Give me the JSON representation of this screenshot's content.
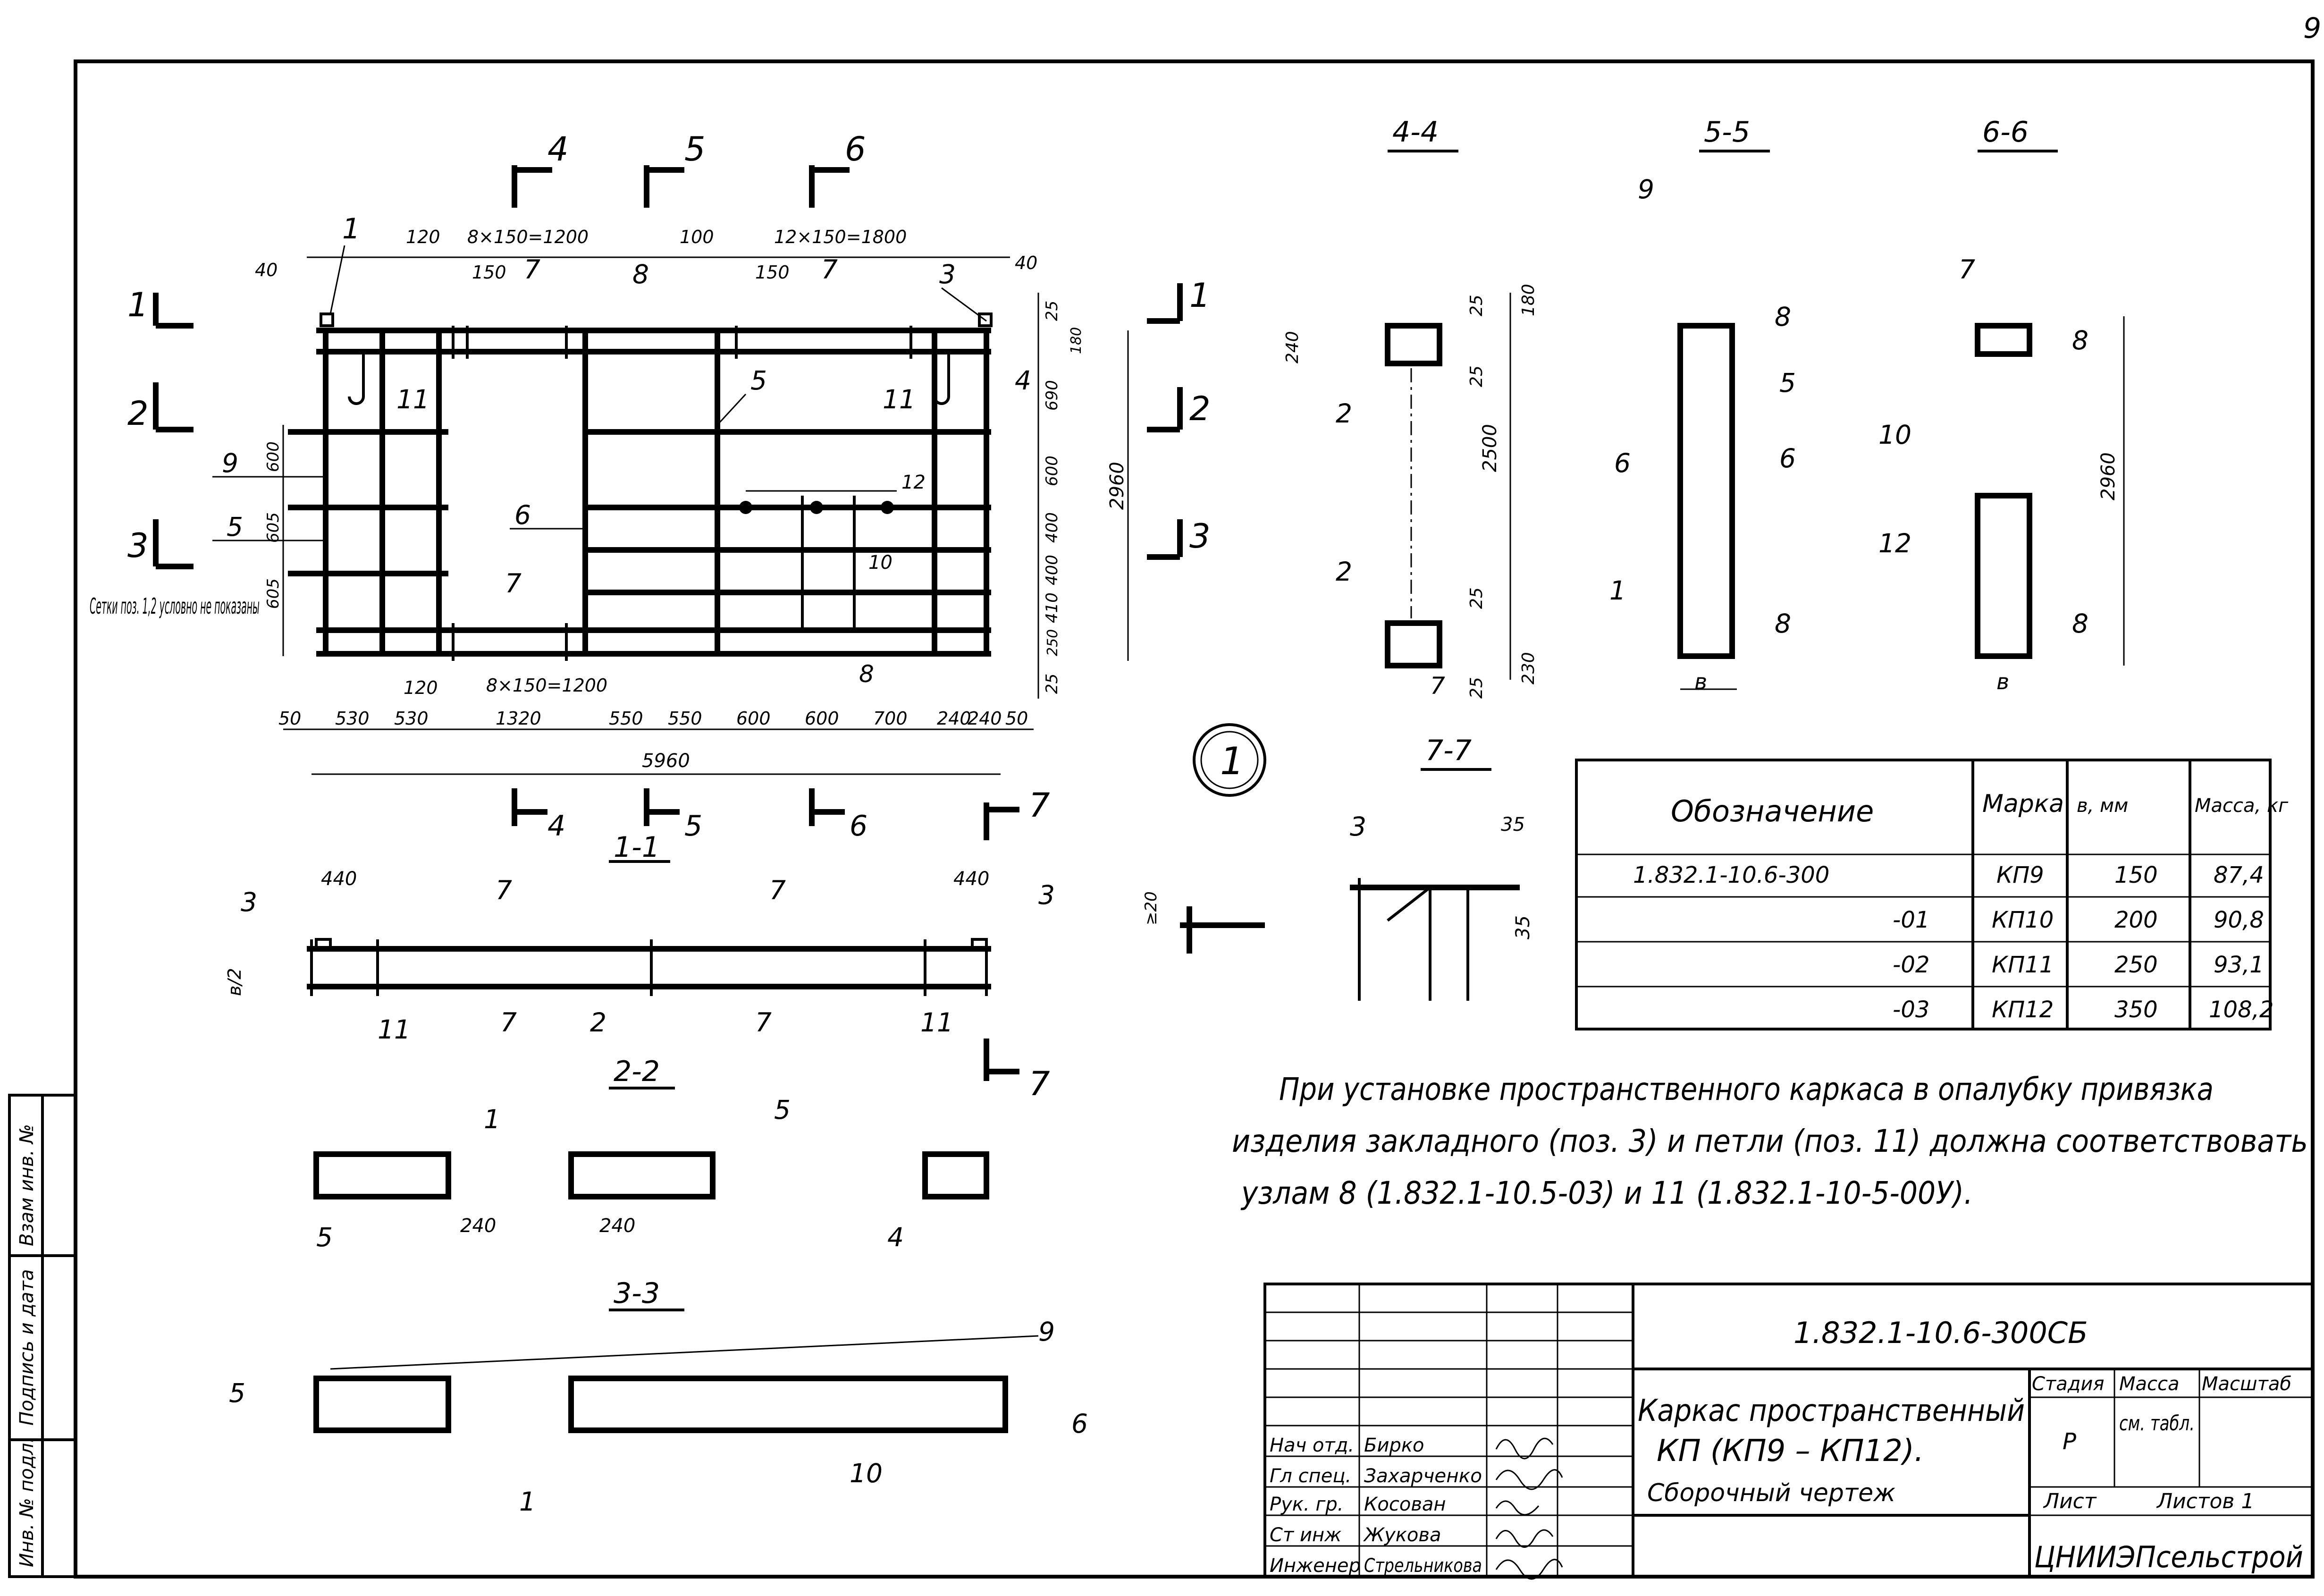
{
  "sheet_number": "9",
  "plan": {
    "section_marks": [
      "1",
      "2",
      "3",
      "4",
      "5",
      "6",
      "7"
    ],
    "top_dims": [
      "120",
      "8×150=1200",
      "100",
      "12×150=1800",
      "40",
      "150",
      "40",
      "150"
    ],
    "bottom_dims": [
      "50",
      "530",
      "530",
      "120",
      "1320",
      "8×150=1200",
      "550",
      "550",
      "600",
      "600",
      "700",
      "240",
      "240",
      "50"
    ],
    "overall_width": "5960",
    "left_dims": [
      "600",
      "605",
      "605"
    ],
    "right_dims": [
      "25",
      "180",
      "690",
      "600",
      "400",
      "400",
      "410",
      "250",
      "25"
    ],
    "overall_height": "2960",
    "positions": [
      "1",
      "3",
      "4",
      "5",
      "6",
      "7",
      "8",
      "9",
      "10",
      "11",
      "12"
    ],
    "note": "Сетки поз. 1,2 условно не показаны"
  },
  "sections": {
    "s11": {
      "title": "1-1",
      "dims": [
        "440",
        "440",
        "в/2"
      ],
      "positions": [
        "3",
        "7",
        "7",
        "3",
        "7",
        "2",
        "7",
        "11",
        "11"
      ]
    },
    "s22": {
      "title": "2-2",
      "dims": [
        "240",
        "240"
      ],
      "positions": [
        "1",
        "5",
        "5",
        "4"
      ]
    },
    "s33": {
      "title": "3-3",
      "positions": [
        "9",
        "5",
        "6",
        "1",
        "10"
      ]
    },
    "s44": {
      "title": "4-4",
      "dims": [
        "240",
        "25",
        "180",
        "25",
        "2500",
        "25",
        "25",
        "230"
      ],
      "positions": [
        "2",
        "2",
        "7"
      ]
    },
    "s55": {
      "title": "5-5",
      "dims": [
        "в"
      ],
      "positions": [
        "9",
        "8",
        "5",
        "6",
        "6",
        "1",
        "8"
      ]
    },
    "s66": {
      "title": "6-6",
      "dims": [
        "2960",
        "в"
      ],
      "positions": [
        "7",
        "8",
        "10",
        "12",
        "8"
      ]
    },
    "s77": {
      "title": "7-7",
      "dims": [
        "35",
        "35",
        "≥20"
      ],
      "positions": [
        "3"
      ]
    },
    "detail_mark": "1"
  },
  "spec_table": {
    "headers": [
      "Обозначение",
      "Марка",
      "в, мм",
      "Масса, кг"
    ],
    "rows": [
      [
        "1.832.1-10.6-300",
        "КП9",
        "150",
        "87,4"
      ],
      [
        "-01",
        "КП10",
        "200",
        "90,8"
      ],
      [
        "-02",
        "КП11",
        "250",
        "93,1"
      ],
      [
        "-03",
        "КП12",
        "350",
        "108,2"
      ]
    ]
  },
  "note_text": [
    "При установке пространственного каркаса в опалубку привязка",
    "изделия закладного (поз. 3) и петли (поз. 11) должна соответствовать",
    "узлам 8 (1.832.1-10.5-03) и 11 (1.832.1-10-5-00У)."
  ],
  "side_stamp": [
    "Взам инв. №",
    "Подпись и дата",
    "Инв. № подл."
  ],
  "title_block": {
    "code": "1.832.1-10.6-300СБ",
    "title": [
      "Каркас пространственный",
      "КП (КП9 – КП12).",
      "Сборочный чертеж"
    ],
    "stage_label": "Стадия",
    "mass_label": "Масса",
    "scale_label": "Масштаб",
    "stage": "Р",
    "mass": "см. табл.",
    "sheet_label": "Лист",
    "sheets_label": "Листов 1",
    "org": "ЦНИИЭПсельстрой",
    "roles": [
      "Нач отд.",
      "Гл спец.",
      "Рук. гр.",
      "Ст инж",
      "Инженер"
    ],
    "names": [
      "Бирко",
      "Захарченко",
      "Косован",
      "Жукова",
      "Стрельникова"
    ]
  }
}
